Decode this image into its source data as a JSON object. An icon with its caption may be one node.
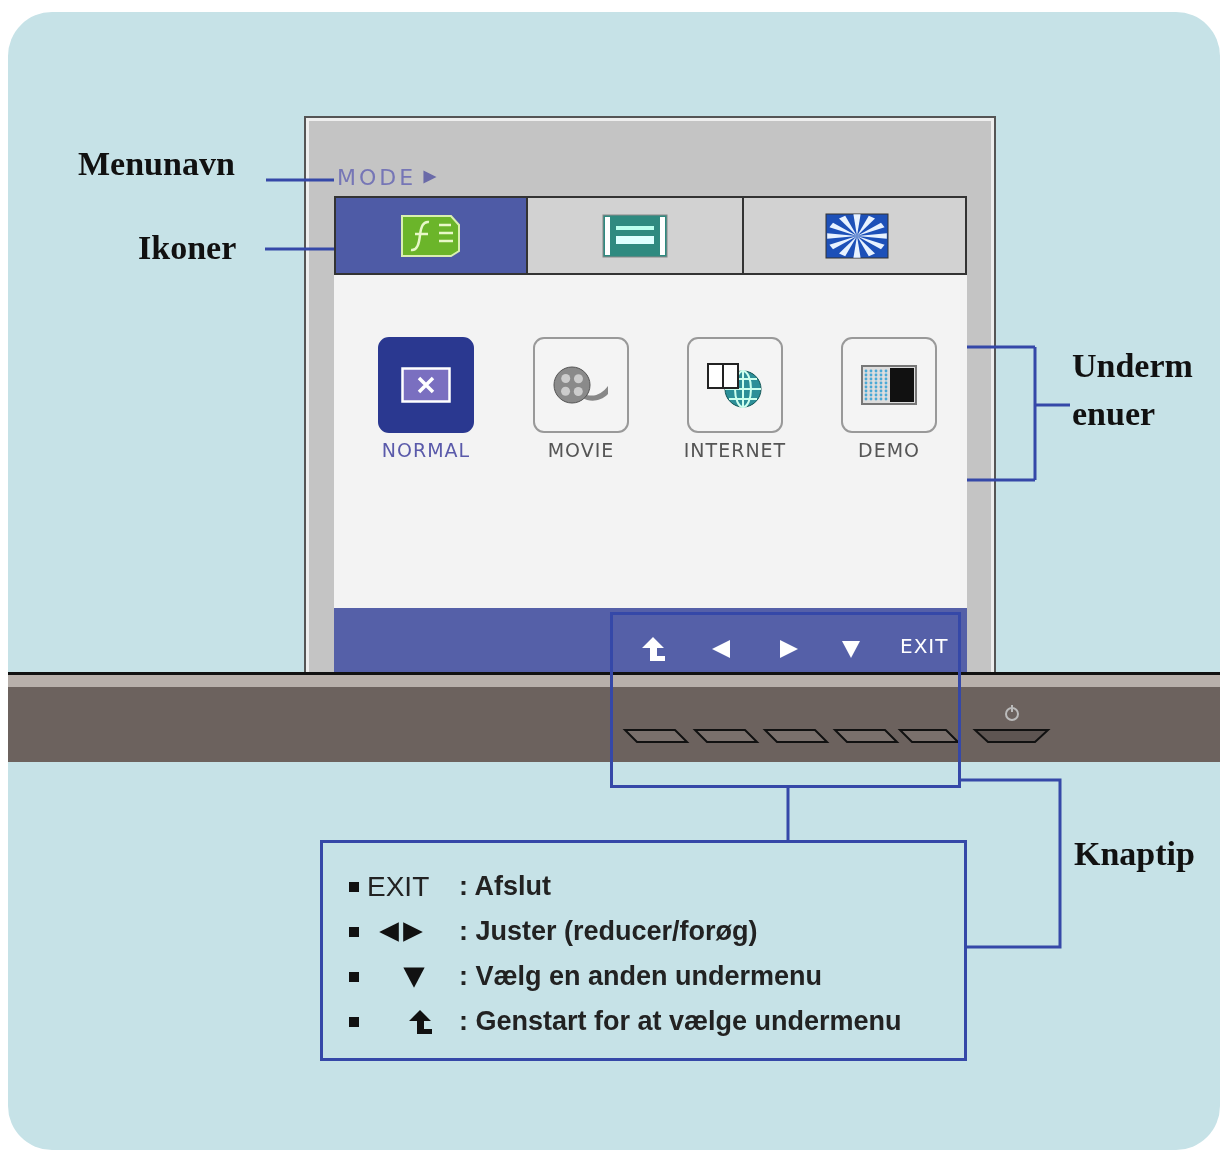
{
  "diagram": {
    "nodes": [
      {
        "text": [
          "Menunavn"
        ]
      },
      {
        "text": [
          "MODE"
        ]
      },
      {
        "text": [
          "Ikoner"
        ]
      },
      {
        "text": [],
        "shape": "box"
      },
      {
        "text": [
          "Underm enuer"
        ]
      },
      {
        "text": [],
        "shape": "box"
      },
      {
        "text": [
          "NORMAL"
        ],
        "in": 5
      },
      {
        "text": [
          "MOVIE"
        ],
        "in": 5
      },
      {
        "text": [
          "INTERNET"
        ],
        "in": 5
      },
      {
        "text": [
          "DEMO"
        ],
        "in": 5
      },
      {
        "text": [],
        "shape": "box"
      },
      {
        "text": [
          "EXIT",
          ": Afslut",
          ": Juster (reducer/forøg)",
          ": Vælg en anden undermenu",
          ": Genstart for at vælge undermenu"
        ]
      }
    ],
    "edges": [
      {
        "from": 0,
        "to": 1,
        "arrow": "none"
      },
      {
        "from": 2,
        "to": 3,
        "arrow": "none"
      },
      {
        "from": 4,
        "to": 5,
        "arrow": "none"
      },
      {
        "from": 10,
        "to": 11,
        "arrow": "none"
      },
      {
        "from": 10,
        "to": 11,
        "arrow": "none"
      }
    ],
    "labels": [
      "EXIT",
      "Knaptip"
    ]
  }
}
